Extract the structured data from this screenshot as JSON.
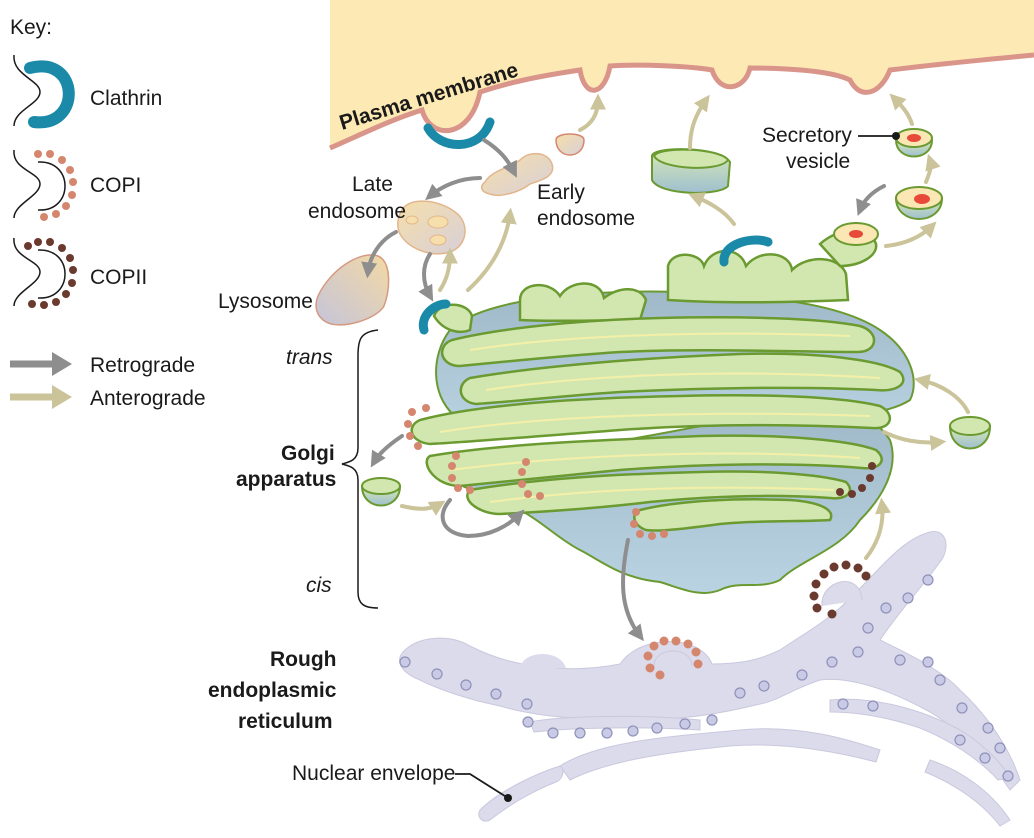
{
  "key": {
    "title": "Key:",
    "clathrin": "Clathrin",
    "copi": "COPI",
    "copii": "COPII",
    "retrograde": "Retrograde",
    "anterograde": "Anterograde"
  },
  "labels": {
    "plasma_membrane": "Plasma membrane",
    "late_endosome_1": "Late",
    "late_endosome_2": "endosome",
    "early_endosome_1": "Early",
    "early_endosome_2": "endosome",
    "lysosome": "Lysosome",
    "secretory_vesicle_1": "Secretory",
    "secretory_vesicle_2": "vesicle",
    "trans": "trans",
    "cis": "cis",
    "golgi_1": "Golgi",
    "golgi_2": "apparatus",
    "rer_1": "Rough",
    "rer_2": "endoplasmic",
    "rer_3": "reticulum",
    "nuclear_envelope": "Nuclear envelope"
  },
  "colors": {
    "clathrin": "#1a8aa8",
    "copi": "#d4876e",
    "copii": "#6b3a2e",
    "retrograde_arrow": "#8e8e8e",
    "anterograde_arrow": "#cbc39a",
    "golgi_lumen": "#d2e7b0",
    "golgi_stroke": "#6a9a30",
    "golgi_body": "#a9c6d6",
    "er": "#d9d8ea",
    "plasma_membrane_fill": "#fde9b4",
    "plasma_membrane_edge": "#d9958a",
    "endosome": "#f2d9a8",
    "lysosome": "#c9c6d9",
    "cargo": "#e84a3a",
    "ribosome": "#c9cbe6"
  }
}
